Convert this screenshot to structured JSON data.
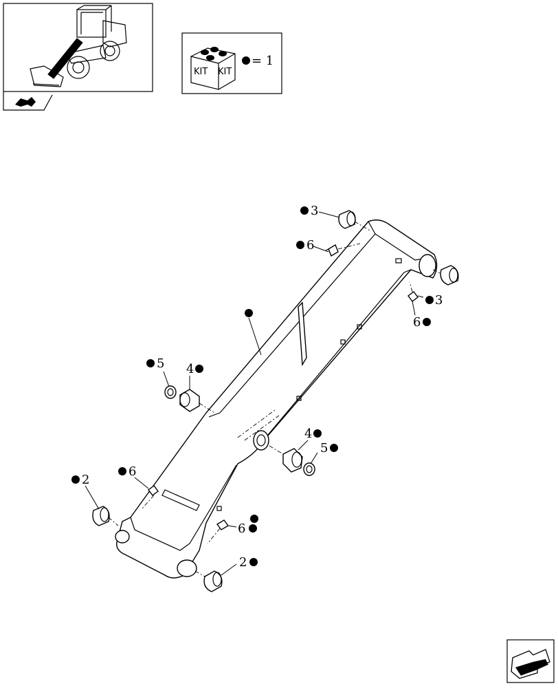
{
  "kit_legend": {
    "kit_text_1": "KIT",
    "kit_text_2": "KIT",
    "equals_text": "= 1"
  },
  "callouts": {
    "c3_top": "3",
    "c6_top": "6",
    "c3_right": "3",
    "c6_right": "6",
    "c5_left": "5",
    "c4_left": "4",
    "c4_mid": "4",
    "c5_mid": "5",
    "c2_left": "2",
    "c6_left": "6",
    "c6_bottom": "6",
    "c2_bottom": "2"
  },
  "icons": [
    "wheel-loader-thumbnail",
    "kit-box-icon",
    "navigate-prev-arrow-icon",
    "navigate-next-arrow-icon",
    "kit-bullet-icon"
  ],
  "colors": {
    "line": "#000000",
    "background": "#ffffff"
  }
}
